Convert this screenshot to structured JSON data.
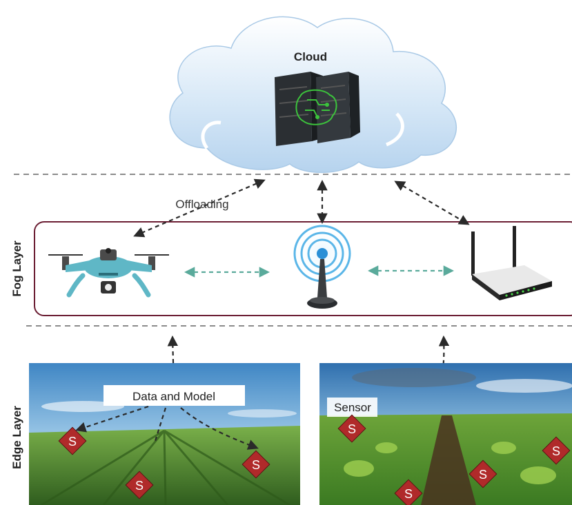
{
  "cloud": {
    "label": "Cloud"
  },
  "layers": {
    "fog": "Fog Layer",
    "edge": "Edge Layer"
  },
  "labels": {
    "offloading": "Offloading",
    "data_and_model": "Data and Model",
    "sensor": "Sensor"
  },
  "sensor_symbol": "S",
  "colors": {
    "fog_border": "#6b1e33",
    "separator": "#8a8a8a",
    "teal_arrow": "#5aaa9b",
    "dark_arrow": "#2a2a2a",
    "sensor_fill": "#b02a2a",
    "drone": "#5fb7c6"
  }
}
